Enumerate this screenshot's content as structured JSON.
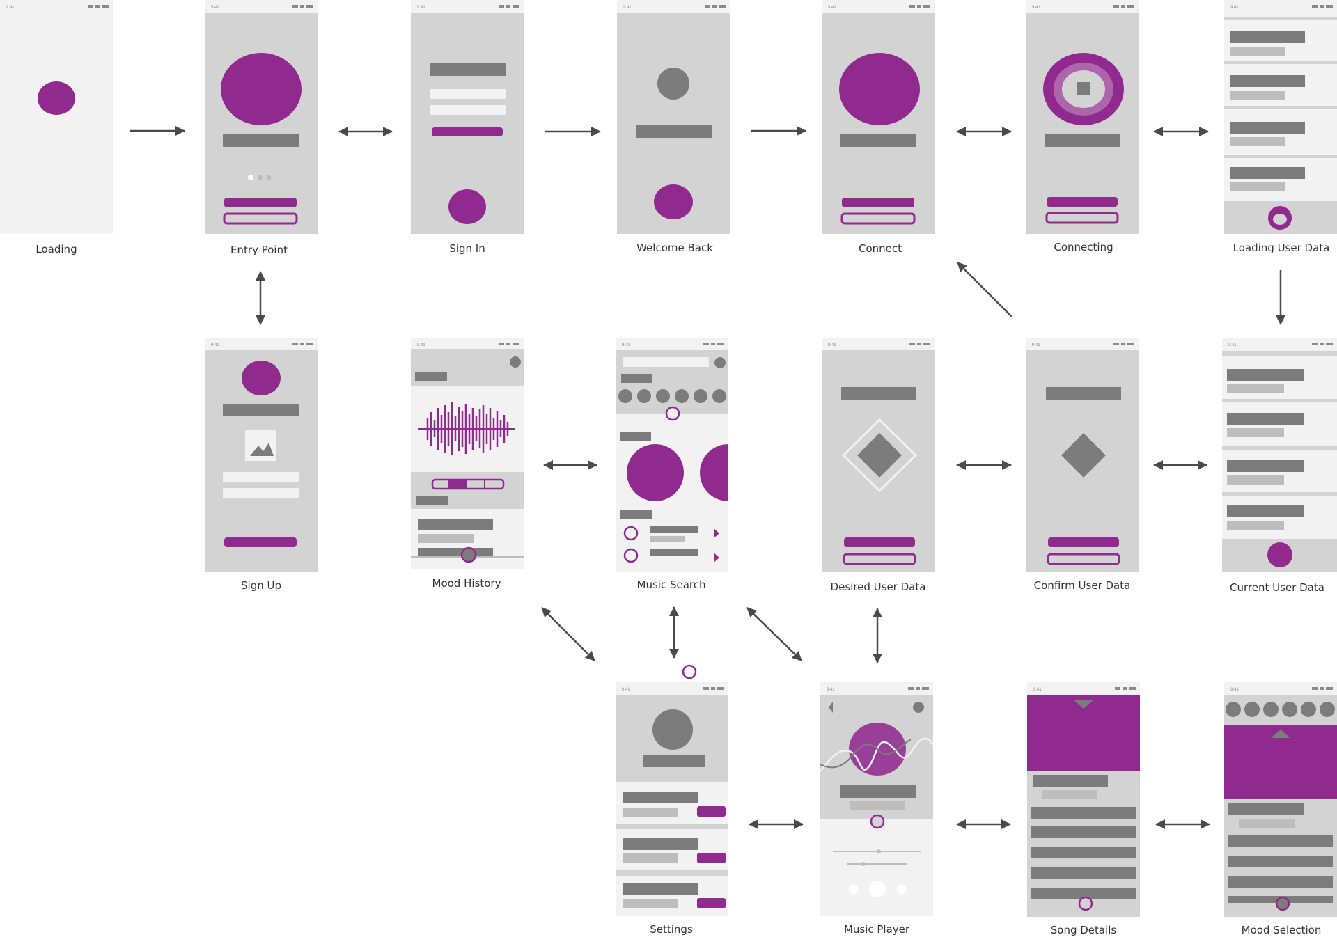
{
  "colors": {
    "accent": "#912a8f",
    "frame_light": "#f2f2f2",
    "frame_gray": "#d3d3d3",
    "block_dark": "#7c7c7c",
    "block_light": "#b9b9b9",
    "arrow": "#4a4a4a",
    "label": "#333333"
  },
  "status_time": "9:41",
  "screens": {
    "loading": {
      "label": "Loading"
    },
    "entry_point": {
      "label": "Entry Point"
    },
    "sign_in": {
      "label": "Sign In"
    },
    "welcome_back": {
      "label": "Welcome Back"
    },
    "connect": {
      "label": "Connect"
    },
    "connecting": {
      "label": "Connecting"
    },
    "loading_user_data": {
      "label": "Loading User Data"
    },
    "sign_up": {
      "label": "Sign Up"
    },
    "mood_history": {
      "label": "Mood History"
    },
    "music_search": {
      "label": "Music Search"
    },
    "desired_user_data": {
      "label": "Desired User Data"
    },
    "confirm_user_data": {
      "label": "Confirm User Data"
    },
    "current_user_data": {
      "label": "Current User Data"
    },
    "settings": {
      "label": "Settings"
    },
    "music_player": {
      "label": "Music Player"
    },
    "song_details": {
      "label": "Song Details"
    },
    "mood_selection": {
      "label": "Mood Selection"
    }
  },
  "connections": [
    {
      "from": "Loading",
      "to": "Entry Point",
      "direction": "one-way"
    },
    {
      "from": "Entry Point",
      "to": "Sign In",
      "direction": "two-way"
    },
    {
      "from": "Sign In",
      "to": "Welcome Back",
      "direction": "one-way"
    },
    {
      "from": "Welcome Back",
      "to": "Connect",
      "direction": "one-way"
    },
    {
      "from": "Connect",
      "to": "Connecting",
      "direction": "two-way"
    },
    {
      "from": "Connecting",
      "to": "Loading User Data",
      "direction": "two-way"
    },
    {
      "from": "Entry Point",
      "to": "Sign Up",
      "direction": "two-way"
    },
    {
      "from": "Loading User Data",
      "to": "Current User Data",
      "direction": "one-way"
    },
    {
      "from": "Confirm User Data",
      "to": "Connect",
      "direction": "one-way"
    },
    {
      "from": "Mood History",
      "to": "Music Search",
      "direction": "two-way"
    },
    {
      "from": "Desired User Data",
      "to": "Confirm User Data",
      "direction": "two-way"
    },
    {
      "from": "Confirm User Data",
      "to": "Current User Data",
      "direction": "two-way"
    },
    {
      "from": "Mood History",
      "to": "Settings",
      "direction": "two-way"
    },
    {
      "from": "Music Search",
      "to": "Settings",
      "direction": "two-way"
    },
    {
      "from": "Music Search",
      "to": "Music Player",
      "direction": "two-way"
    },
    {
      "from": "Desired User Data",
      "to": "Music Player",
      "direction": "two-way"
    },
    {
      "from": "Settings",
      "to": "Music Player",
      "direction": "two-way"
    },
    {
      "from": "Music Player",
      "to": "Song Details",
      "direction": "two-way"
    },
    {
      "from": "Song Details",
      "to": "Mood Selection",
      "direction": "two-way"
    }
  ]
}
